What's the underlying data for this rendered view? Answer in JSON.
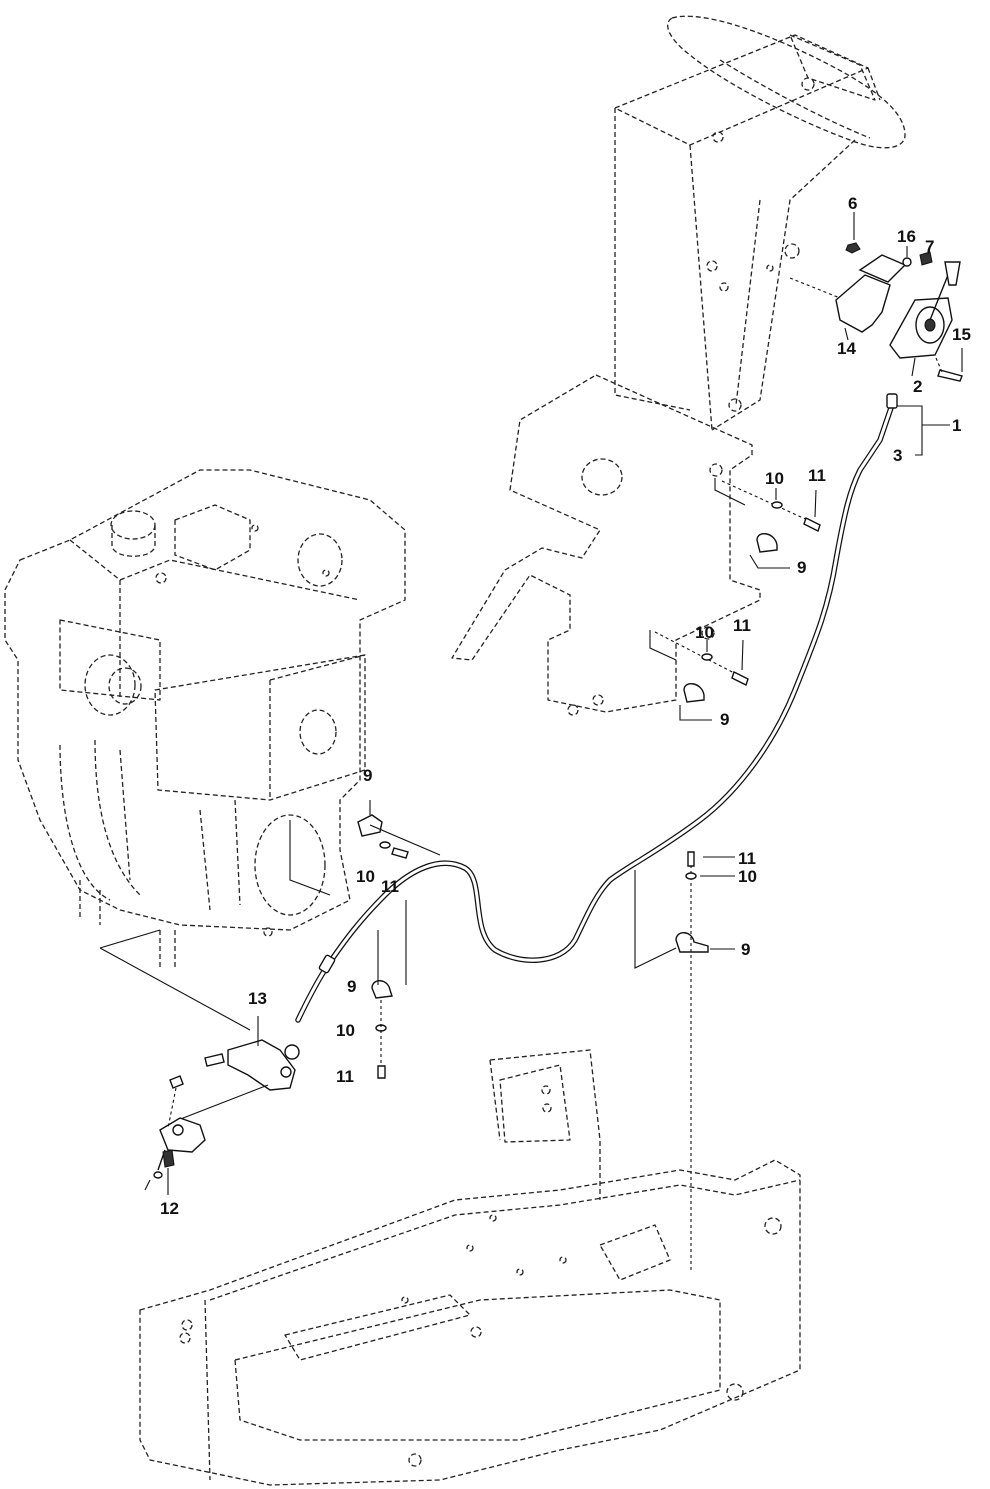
{
  "callouts": {
    "c1": "1",
    "c2": "2",
    "c3": "3",
    "c6": "6",
    "c7": "7",
    "c9a": "9",
    "c9b": "9",
    "c9c": "9",
    "c9d": "9",
    "c9e": "9",
    "c10a": "10",
    "c10b": "10",
    "c10c": "10",
    "c10d": "10",
    "c10e": "10",
    "c11a": "11",
    "c11b": "11",
    "c11c": "11",
    "c11d": "11",
    "c11e": "11",
    "c12": "12",
    "c13": "13",
    "c14": "14",
    "c15": "15",
    "c16": "16"
  }
}
